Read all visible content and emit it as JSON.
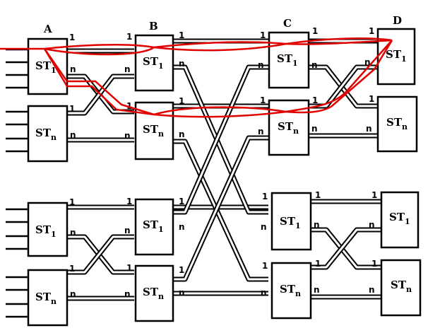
{
  "columns": [
    "A",
    "B",
    "C",
    "D"
  ],
  "switch_label": {
    "prefix": "ST",
    "first_sub": "1",
    "last_sub": "n"
  },
  "port_labels": {
    "first": "1",
    "last": "n"
  },
  "colors": {
    "lines": "#000000",
    "highlight_path": "#e00000",
    "background": "#ffffff"
  }
}
